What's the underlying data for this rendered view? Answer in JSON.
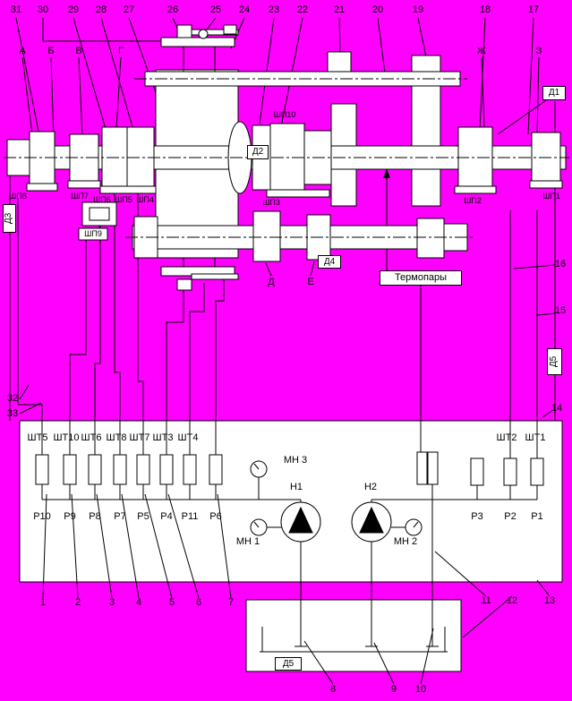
{
  "colors": {
    "background": "#FF00FF",
    "stroke": "#000000",
    "fill": "#FFFFFF"
  },
  "callouts_top": [
    "31",
    "30",
    "29",
    "28",
    "27",
    "26",
    "25",
    "24",
    "23",
    "22",
    "21",
    "20",
    "19",
    "18",
    "17"
  ],
  "callouts_bottom": [
    "1",
    "2",
    "3",
    "4",
    "5",
    "6",
    "7",
    "8",
    "9",
    "10",
    "11",
    "12",
    "13"
  ],
  "callouts_left": [
    "32",
    "33"
  ],
  "callouts_right": [
    "16",
    "15",
    "14"
  ],
  "section_letters": {
    "a": "А",
    "b": "Б",
    "v": "В",
    "g": "Г",
    "zh": "Ж",
    "z": "З",
    "d": "Д",
    "e": "Е"
  },
  "sensors": {
    "d1": "Д1",
    "d2": "Д2",
    "d3": "Д3",
    "d4": "Д4",
    "d5": "Д5",
    "d5_tank": "Д5"
  },
  "thermocouples": "Термопары",
  "bearing_labels": {
    "shp1": "ШП1",
    "shp2": "ШП2",
    "shp3": "ШП3",
    "shp4": "ШП4",
    "shp5": "ШП5",
    "shp6": "ШП6",
    "shp7": "ШП7",
    "shp8": "ШП8",
    "shp9": "ШП9",
    "shp10": "ШП10"
  },
  "panel": {
    "fittings": {
      "sht1": "ШТ1",
      "sht2": "ШТ2",
      "sht3": "ШТ3",
      "sht4": "ШТ4",
      "sht5": "ШТ5",
      "sht6": "ШТ6",
      "sht7": "ШТ7",
      "sht8": "ШТ8",
      "sht10": "ШТ10"
    },
    "valves": {
      "r1": "Р1",
      "r2": "Р2",
      "r3": "Р3",
      "r4": "Р4",
      "r5": "Р5",
      "r6": "Р6",
      "r7": "Р7",
      "r8": "Р8",
      "r9": "Р9",
      "r10": "Р10",
      "r11": "Р11"
    },
    "gauges": {
      "mn1": "МН 1",
      "mn2": "МН 2",
      "mn3": "МН 3"
    },
    "pumps": {
      "n1": "Н1",
      "n2": "Н2"
    }
  }
}
